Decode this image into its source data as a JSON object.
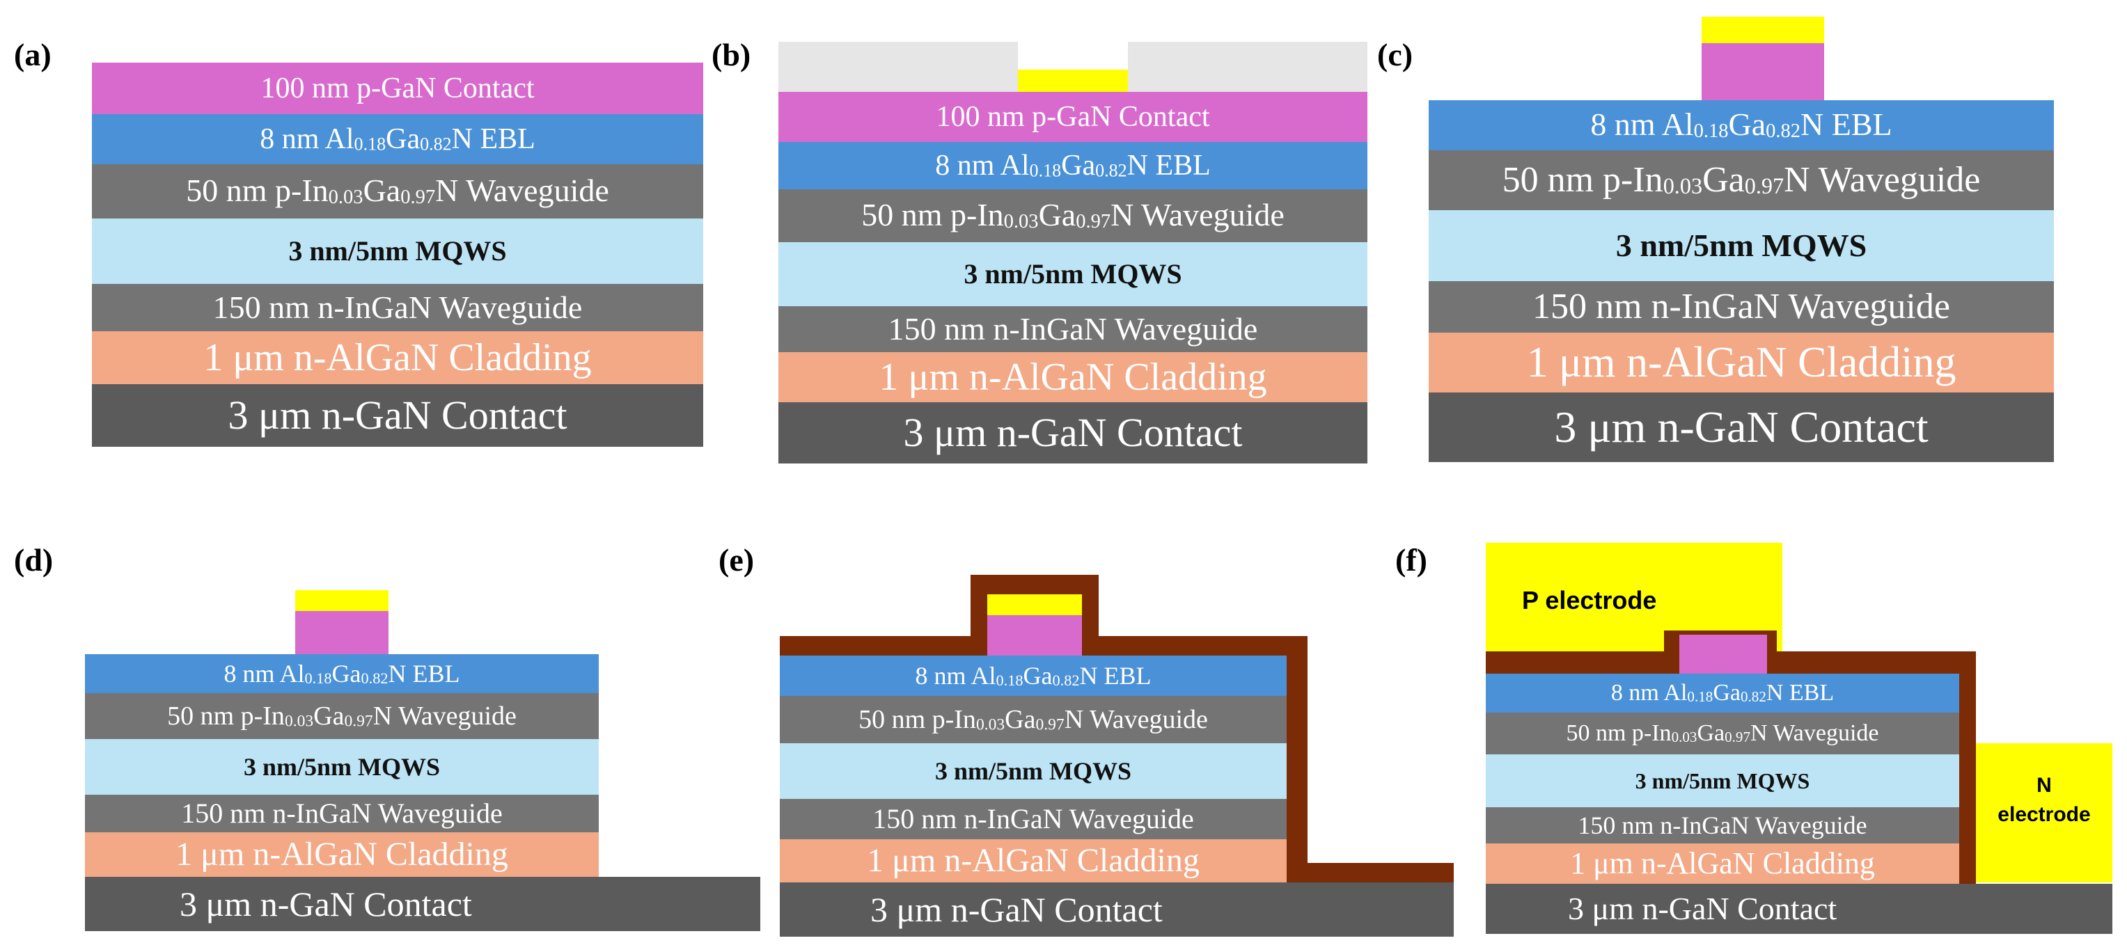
{
  "panels": {
    "a": "(a)",
    "b": "(b)",
    "c": "(c)",
    "d": "(d)",
    "e": "(e)",
    "f": "(f)"
  },
  "layers": {
    "pgan": "100 nm p-GaN Contact",
    "ebl_pre": "8 nm Al",
    "ebl_sub1": "0.18",
    "ebl_mid": "Ga",
    "ebl_sub2": "0.82",
    "ebl_post": "N EBL",
    "pwg_pre": "50 nm p-In",
    "pwg_sub1": "0.03",
    "pwg_mid": "Ga",
    "pwg_sub2": "0.97",
    "pwg_post": "N Waveguide",
    "mqw": "3 nm/5nm MQWS",
    "nwg": "150 nm n-InGaN Waveguide",
    "clad": "1 μm n-AlGaN Cladding",
    "ngan": "3 μm n-GaN Contact"
  },
  "electrodes": {
    "p": "P  electrode",
    "n_line1": "N",
    "n_line2": "electrode"
  },
  "colors": {
    "p_gan": "#d86acd",
    "ebl": "#4a91d8",
    "waveguide": "#747474",
    "mqw": "#bde4f4",
    "cladding": "#f3a886",
    "n_gan": "#5b5b5b",
    "metal": "#ffff00",
    "photoresist": "#e6e6e6",
    "passivation": "#7b2b06"
  }
}
